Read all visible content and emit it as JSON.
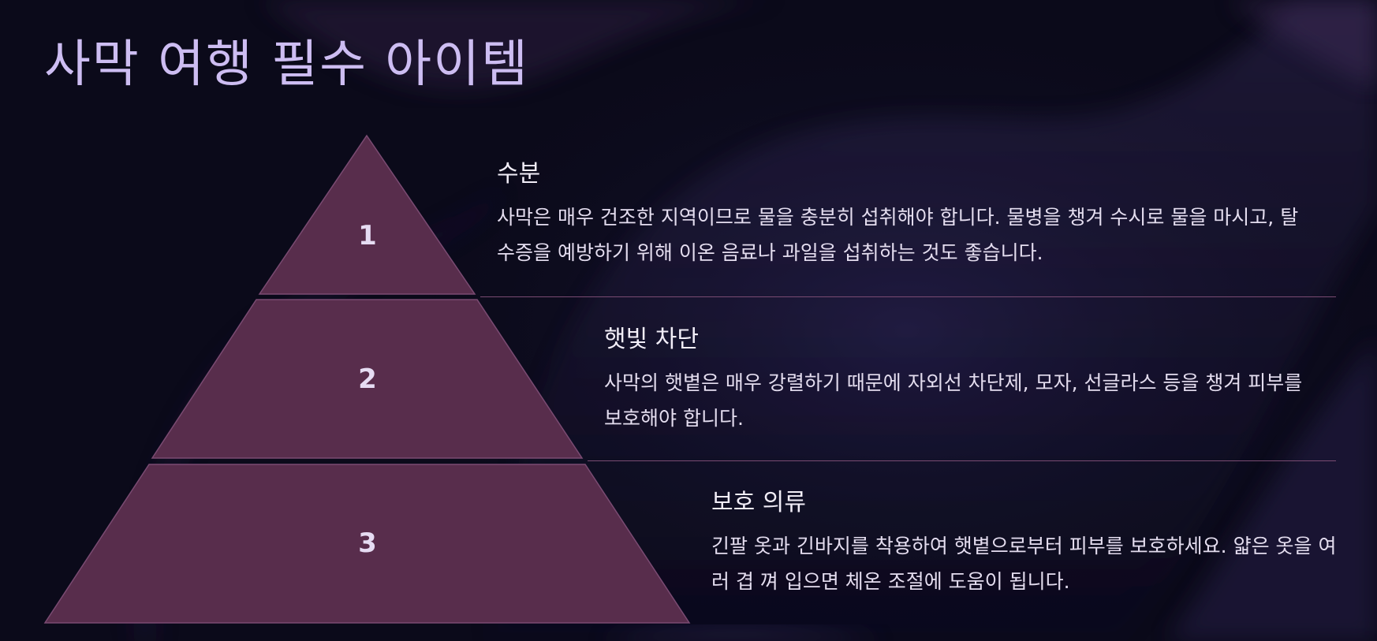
{
  "title": "사막 여행 필수 아이템",
  "colors": {
    "background": "#0b0a1a",
    "title": "#cdbdf2",
    "tier_fill": "#582d4c",
    "tier_stroke": "#7a4b72",
    "divider": "#7a4b72"
  },
  "tiers": [
    {
      "number": "1",
      "heading": "수분",
      "description": "사막은 매우 건조한 지역이므로 물을 충분히 섭취해야 합니다. 물병을 챙겨 수시로 물을 마시고, 탈수증을 예방하기 위해 이온 음료나 과일을 섭취하는 것도 좋습니다."
    },
    {
      "number": "2",
      "heading": "햇빛 차단",
      "description": "사막의 햇볕은 매우 강렬하기 때문에 자외선 차단제, 모자, 선글라스 등을 챙겨 피부를 보호해야 합니다."
    },
    {
      "number": "3",
      "heading": "보호 의류",
      "description": "긴팔 옷과 긴바지를 착용하여 햇볕으로부터 피부를 보호하세요. 얇은 옷을 여러 겹 껴 입으면 체온 조절에 도움이 됩니다."
    }
  ]
}
